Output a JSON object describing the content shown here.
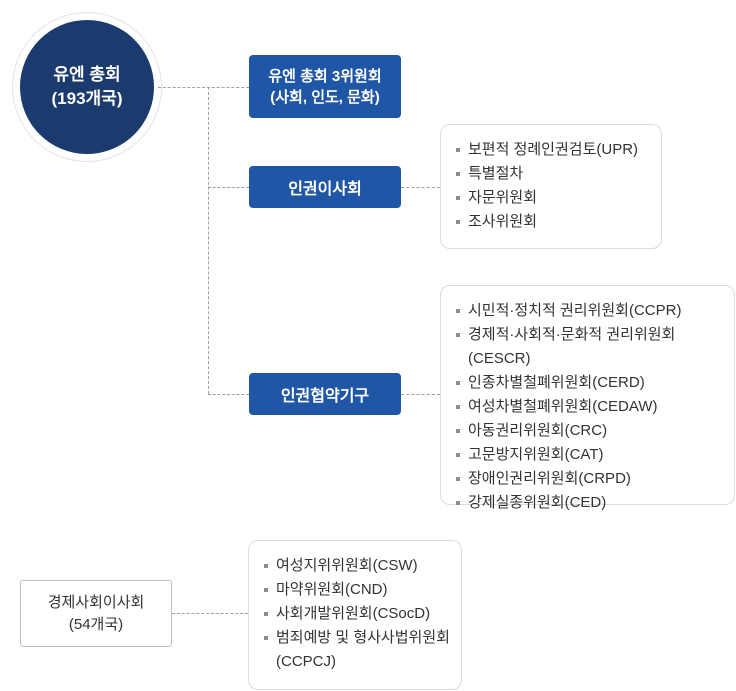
{
  "diagram": {
    "general_assembly": {
      "title": "유엔 총회",
      "subtitle": "(193개국)"
    },
    "third_committee": {
      "line1": "유엔 총회 3위원회",
      "line2": "(사회, 인도, 문화)"
    },
    "human_rights_council": {
      "label": "인권이사회"
    },
    "council_items": [
      "보편적 정례인권검토(UPR)",
      "특별절차",
      "자문위원회",
      "조사위원회"
    ],
    "treaty_bodies": {
      "label": "인권협약기구"
    },
    "treaty_items": [
      "시민적·정치적 권리위원회(CCPR)",
      "경제적·사회적·문화적 권리위원회(CESCR)",
      "인종차별철폐위원회(CERD)",
      "여성차별철폐위원회(CEDAW)",
      "아동권리위원회(CRC)",
      "고문방지위원회(CAT)",
      "장애인권리위원회(CRPD)",
      "강제실종위원회(CED)"
    ],
    "ecosoc": {
      "line1": "경제사회이사회",
      "line2": "(54개국)"
    },
    "ecosoc_items": [
      "여성지위위원회(CSW)",
      "마약위원회(CND)",
      "사회개발위원회(CSocD)",
      "범죄예방 및 형사사법위원회 (CCPCJ)"
    ]
  },
  "colors": {
    "navy": "#1b3a6e",
    "blue": "#1f56a5",
    "panel_border": "#dcdcdc",
    "text": "#333333",
    "connector": "#a0a0a0"
  }
}
